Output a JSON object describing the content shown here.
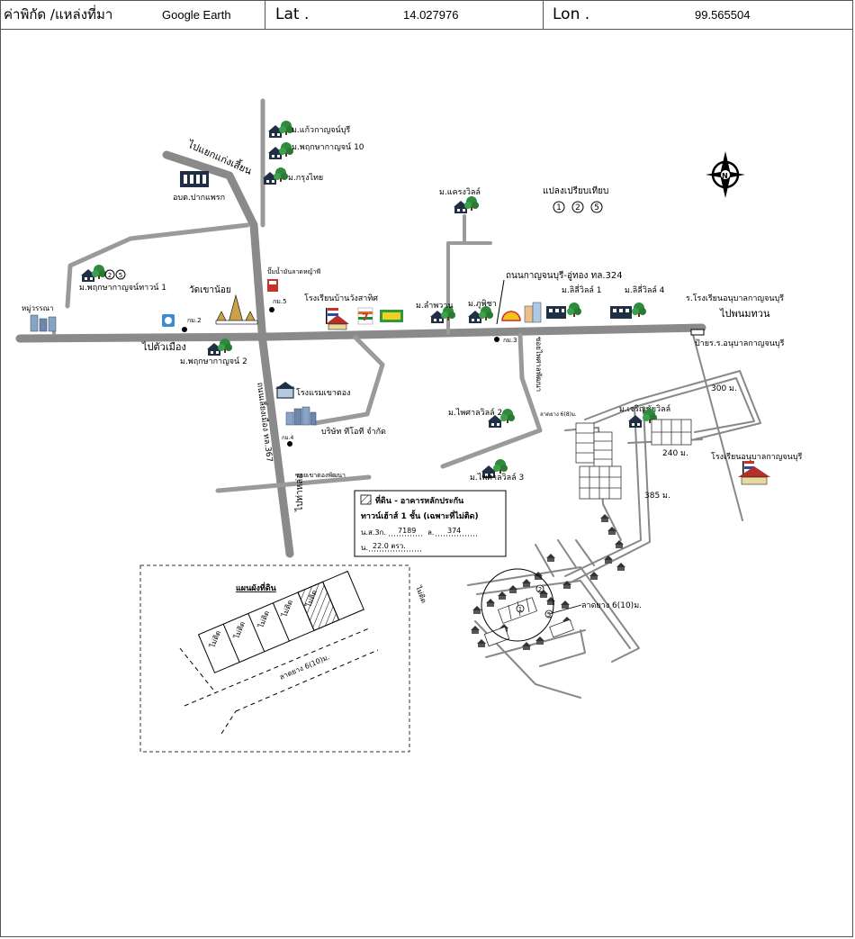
{
  "header": {
    "coord_label": "ค่าพิกัด /แหล่งที่มา",
    "source": "Google Earth",
    "lat_label": "Lat .",
    "lat_value": "14.027976",
    "lon_label": "Lon .",
    "lon_value": "99.565504"
  },
  "map": {
    "roads": {
      "to_yaek_kaeng_sian": "ไปแยกแก่งเสี้ยน",
      "to_phanom_thuan": "ไปพนมทวน",
      "to_tua_mueang": "ไปตัวเมือง",
      "to_tha_lo": "ไปท่าหล่อ",
      "road_367": "ถนนเลี่ยงเมือง ทล.367",
      "road_324": "ถนนกาญจนบุรี-อู่ทอง ทล.324",
      "soi_khao_phatthana": "ซอยเขาตองพัฒนา",
      "soi_phai": "ซอยไพศาลพัฒนา",
      "lat_yang_6": "ลาดยาง 6(10)ม.",
      "lat_yang_6b": "ลาดยาง 6(8)ม.",
      "lat_yang_6c": "ลาดยาง 6(10)ม."
    },
    "places": {
      "obt": "อบต.ปากแพรก",
      "mu_kaew": "ม.แก้วกาญจน์บุรี",
      "mu_pruek10": "ม.พฤกษากาญจน์ 10",
      "mu_krungthai": "ม.กรุงไทย",
      "mu_krong": "ม.แครงวิลล์",
      "plots_compare": "แปลงเปรียบเทียบ",
      "plot_nums": [
        "1",
        "2",
        "5"
      ],
      "mu_pruek_town1": "ม.พฤกษากาญจน์ทาวน์ 1",
      "mu_pruek_town_nums": [
        "2",
        "5"
      ],
      "mu_choro": "หมู่วรรณา",
      "wat": "วัดเขาน้อย",
      "pump": "ปั๊มน้ำมันลาดหญ้าพี",
      "km5": "กม.5",
      "km2": "กม.2",
      "km4": "กม.4",
      "km3": "กม.3",
      "school_wang": "โรงเรียนบ้านวังสาทิศ",
      "mu_champhan": "ม.ลำพวาน",
      "mu_phisit": "ม.ภูพิชา",
      "mu_lilly1": "ม.ลิลี่วิลล์ 1",
      "mu_lilly4": "ม.ลิลี่วิลล์ 4",
      "school_kindergarten": "ร.โรงเรียนอนุบาลกาญจนบุรี",
      "bus_stop": "ป้ายร.ร.อนุบาลกาญจนบุรี",
      "mu_pruek2": "ม.พฤกษากาญจน์ 2",
      "hotel": "โรงแรมเขาตอง",
      "company": "บริษัท ทีโอที จำกัด",
      "mu_paisan2": "ม.ไพศาลวิลล์ 2",
      "mu_paisan3": "ม.ไพศาลวิลล์ 3",
      "mu_charoen": "ม.เจริญชัยวิลล์",
      "school_anuban": "โรงเรียนอนุบาลกาญจนบุรี",
      "dist_300": "300 ม.",
      "dist_240": "240 ม.",
      "dist_385": "385 ม.",
      "north": "N"
    },
    "legend": {
      "title": "ที่ดิน - อาคารหลักประกัน",
      "subtitle": "ทาวน์เฮ้าส์ 1 ชั้น (เฉพาะที่ไม่ติด)",
      "chanote_label": "น.ส.3ก.",
      "chanote_no": "7189",
      "land_no_label": "ล.",
      "land_no": "374",
      "area_label": "น.",
      "area_value": "22.0 ตรว."
    },
    "inset": {
      "title": "แผนผังที่ดิน",
      "road_label": "ลาดยาง 6(10)ม.",
      "side_label": "ไม่ติด",
      "plot_labels": [
        "ไม่ติด",
        "ไม่ติด",
        "ไม่ติด",
        "ไม่ติด",
        "ไม่ติด"
      ]
    }
  },
  "colors": {
    "road_main": "#8a8a8a",
    "road_minor": "#9a9a9a",
    "tree": "#2e8b3e",
    "building_dark": "#1f2f44",
    "roof_red": "#b0302a",
    "border": "#555555"
  }
}
